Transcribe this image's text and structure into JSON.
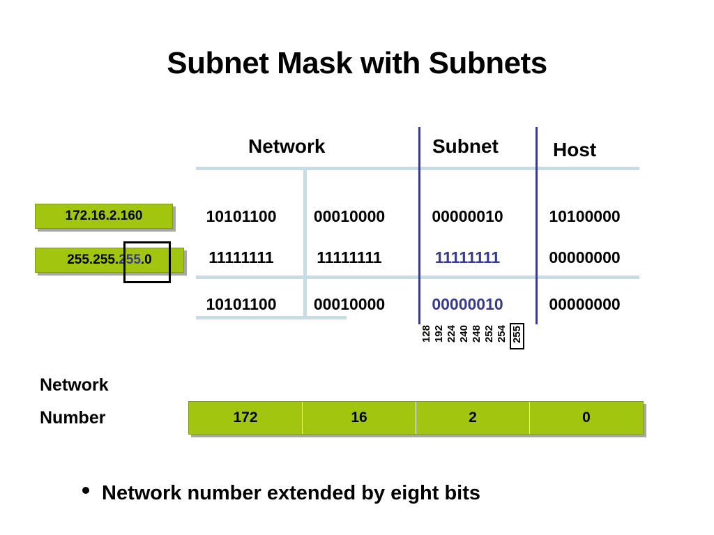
{
  "title": "Subnet Mask with Subnets",
  "headers": {
    "network": "Network",
    "subnet": "Subnet",
    "host": "Host"
  },
  "callouts": {
    "address": "172.16.2.160",
    "mask_prefix": "255.255.",
    "mask_highlight": "255",
    "mask_suffix": ".0"
  },
  "rows": [
    {
      "o1": "10101100",
      "o2": "00010000",
      "o3": "00000010",
      "o4": "10100000"
    },
    {
      "o1": "11111111",
      "o2": "11111111",
      "o3": "11111111",
      "o4": "00000000"
    },
    {
      "o1": "10101100",
      "o2": "00010000",
      "o3": "00000010",
      "o4": "00000000"
    }
  ],
  "ticks": [
    "128",
    "192",
    "224",
    "240",
    "248",
    "252",
    "254"
  ],
  "tick_highlight": "255",
  "network_number": {
    "label_line1": "Network",
    "label_line2": "Number",
    "octets": [
      "172",
      "16",
      "2",
      "0"
    ]
  },
  "bullet": "Network number extended by eight bits",
  "colors": {
    "green": "#a2c510",
    "blue_text": "#3a3a8c",
    "rule_light_blue": "#c5dde5"
  }
}
